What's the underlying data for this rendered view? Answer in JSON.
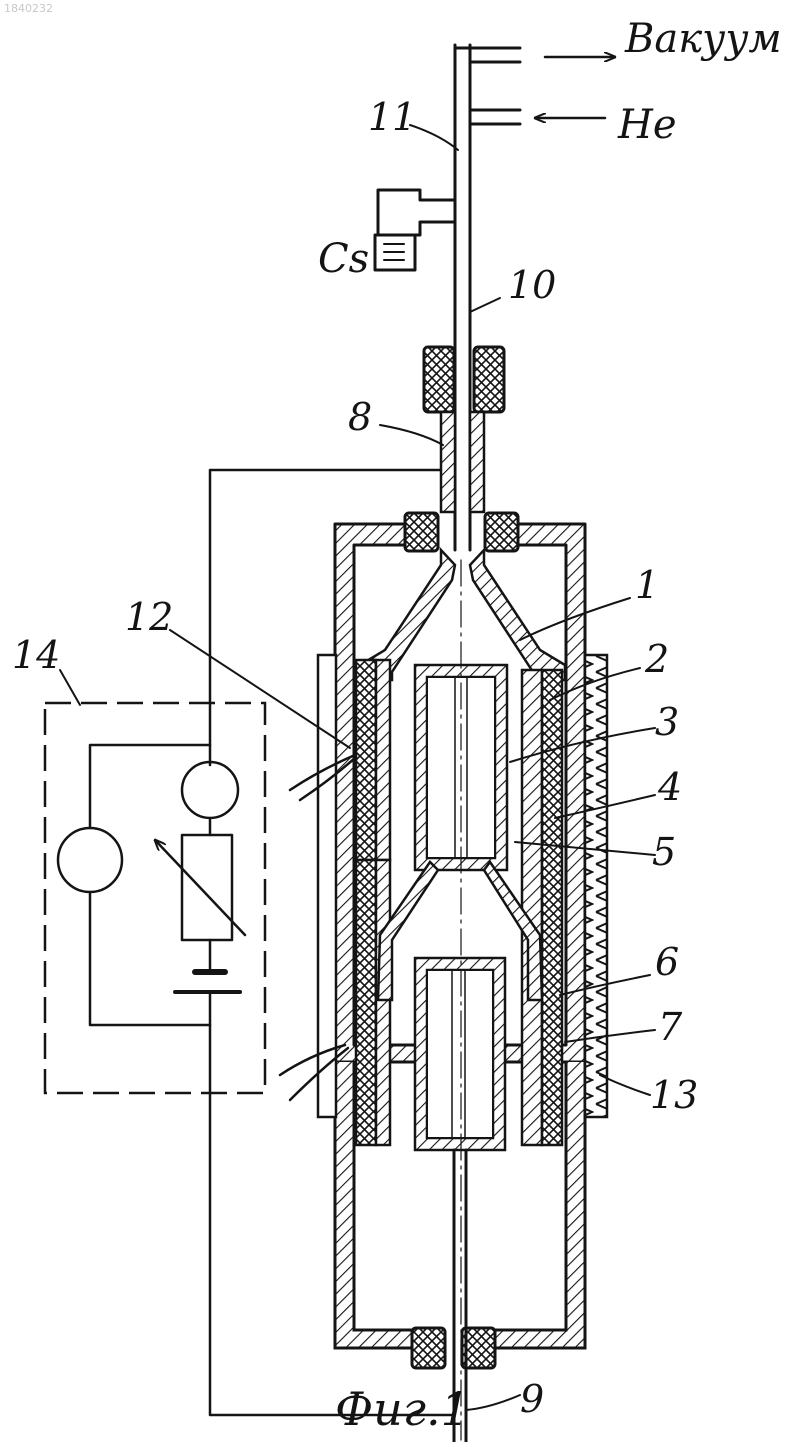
{
  "watermark": "1840232",
  "labels": {
    "vacuum": "Вакуум",
    "helium": "He",
    "cesium": "Cs",
    "caption": "Фиг.1"
  },
  "callouts": [
    {
      "id": "1",
      "text": "1"
    },
    {
      "id": "2",
      "text": "2"
    },
    {
      "id": "3",
      "text": "3"
    },
    {
      "id": "4",
      "text": "4"
    },
    {
      "id": "5",
      "text": "5"
    },
    {
      "id": "6",
      "text": "6"
    },
    {
      "id": "7",
      "text": "7"
    },
    {
      "id": "8",
      "text": "8"
    },
    {
      "id": "9",
      "text": "9"
    },
    {
      "id": "10",
      "text": "10"
    },
    {
      "id": "11",
      "text": "11"
    },
    {
      "id": "12",
      "text": "12"
    },
    {
      "id": "13",
      "text": "13"
    },
    {
      "id": "14",
      "text": "14"
    }
  ],
  "colors": {
    "ink": "#141414",
    "paper": "#ffffff"
  }
}
